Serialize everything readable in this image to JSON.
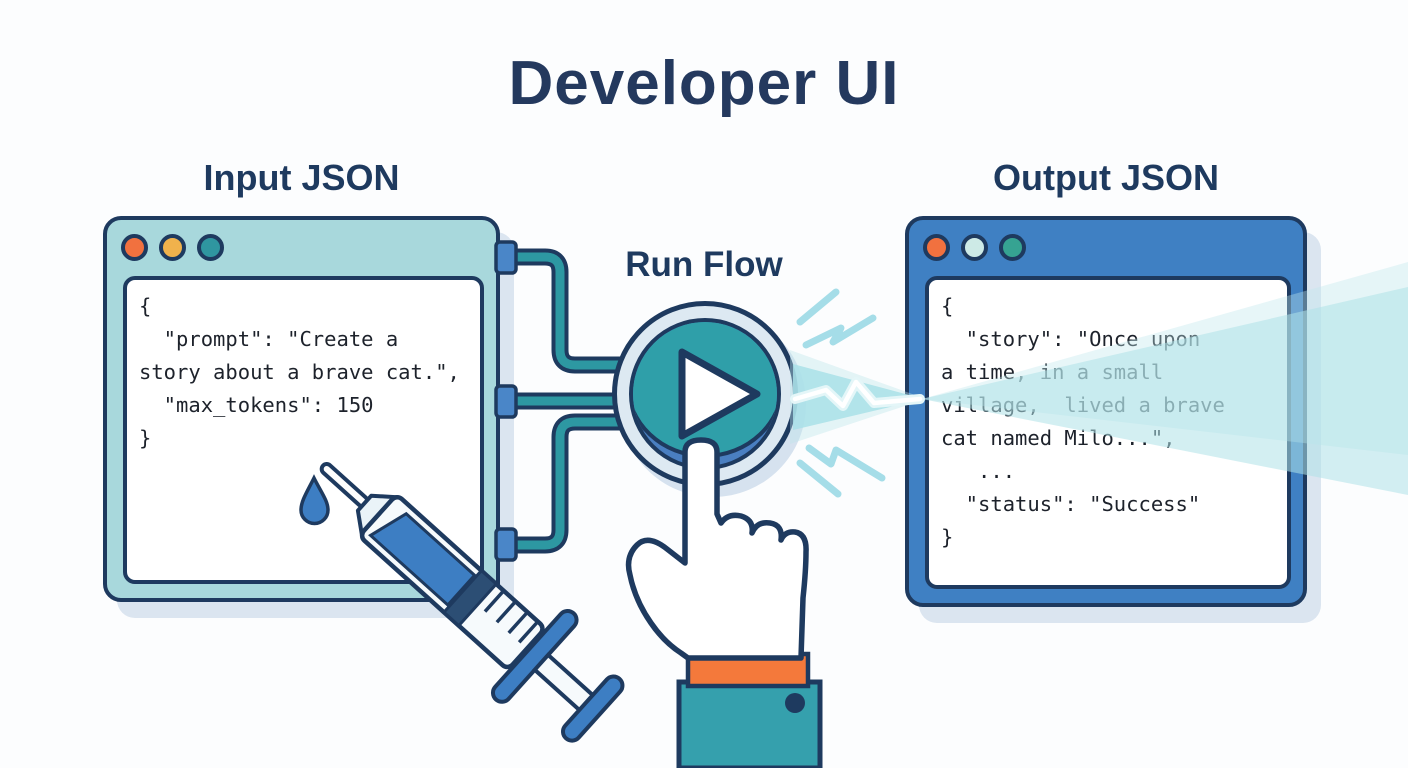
{
  "title": "Developer UI",
  "input_panel": {
    "label": "Input JSON",
    "window_color": "#a8d8dc",
    "traffic_lights": [
      {
        "name": "red",
        "color": "#f1713f"
      },
      {
        "name": "amber",
        "color": "#f0b24c"
      },
      {
        "name": "teal",
        "color": "#2f96a0"
      }
    ],
    "code": "{\n  \"prompt\": \"Create a\nstory about a brave cat.\",\n  \"max_tokens\": 150\n}"
  },
  "run_flow": {
    "label": "Run Flow",
    "button": {
      "ring_color": "#dde9f2",
      "face_color": "#2f9fa9",
      "depth_color": "#4a7fc1",
      "play_icon": "play-triangle"
    }
  },
  "output_panel": {
    "label": "Output JSON",
    "window_color": "#3f80c3",
    "traffic_lights": [
      {
        "name": "red",
        "color": "#f1713f"
      },
      {
        "name": "pale-cyan",
        "color": "#cdeae6"
      },
      {
        "name": "green",
        "color": "#36a392"
      }
    ],
    "code": "{\n  \"story\": \"Once upon\na time, in a small\nvillage,  lived a brave\ncat named Milo...\",\n   ...\n  \"status\": \"Success\"\n}"
  },
  "decorations": {
    "icons": [
      "pipe-connectors",
      "syringe-icon",
      "liquid-drop-icon",
      "hand-cursor-icon",
      "lightning-icon",
      "energy-beam"
    ],
    "colors": {
      "outline": "#1e3a5f",
      "pipe": "#2d98a2",
      "pipe_connector": "#4a86c8",
      "beam": "#b5e5ea",
      "lightning": "#a5dde8",
      "syringe_liquid": "#3d7ec3",
      "drop": "#3d7ec3",
      "cuff": "#f4793b",
      "sleeve": "#35a0ad",
      "shadow": "#dbe5f0"
    }
  }
}
